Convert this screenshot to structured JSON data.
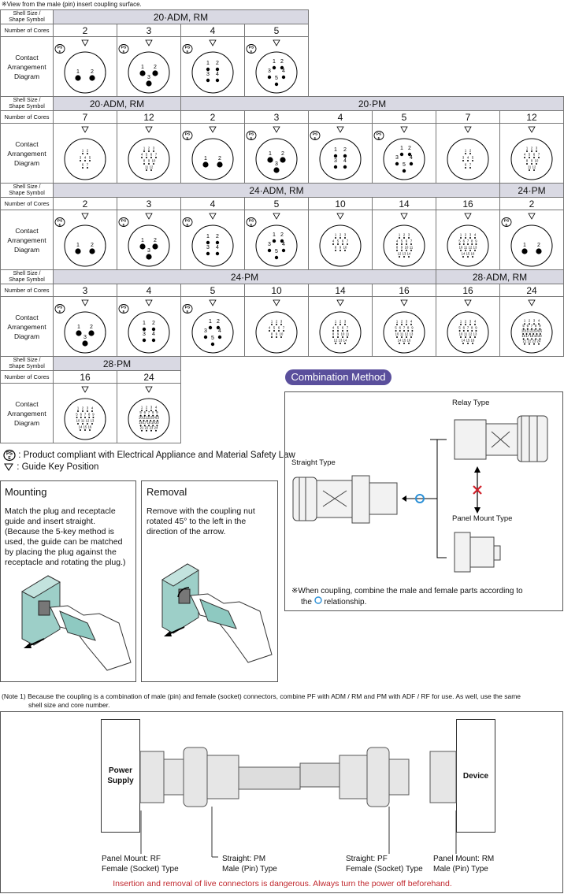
{
  "top_note": "※View from the male (pin) insert coupling surface.",
  "labels": {
    "shell": "Shell Size /",
    "shape": "Shape Symbol",
    "cores": "Number of Cores",
    "contact": "Contact",
    "arrangement": "Arrangement",
    "diagram": "Diagram"
  },
  "table1": {
    "header": "20·ADM, RM",
    "cores": [
      "2",
      "3",
      "4",
      "5"
    ]
  },
  "table2": {
    "header_a": "20·ADM, RM",
    "header_b": "20·PM",
    "cores": [
      "7",
      "12",
      "2",
      "3",
      "4",
      "5",
      "7",
      "12"
    ]
  },
  "table3": {
    "header_a": "24·ADM, RM",
    "header_b": "24·PM",
    "cores": [
      "2",
      "3",
      "4",
      "5",
      "10",
      "14",
      "16",
      "2"
    ]
  },
  "table4": {
    "header_a": "24·PM",
    "header_b": "28·ADM, RM",
    "cores": [
      "3",
      "4",
      "5",
      "10",
      "14",
      "16",
      "16",
      "24"
    ]
  },
  "table5": {
    "header": "28·PM",
    "cores": [
      "16",
      "24"
    ]
  },
  "pse_mark": "PS E",
  "legend": {
    "pse": "Product compliant with Electrical Appliance and Material Safety Law",
    "guide": "Guide Key Position",
    "pse_prefix": ":",
    "guide_prefix": ":"
  },
  "mounting": {
    "title": "Mounting",
    "text": [
      "Match the plug and receptacle",
      "guide and insert straight.",
      "(Because the 5-key method is",
      "used, the guide can be matched",
      "by placing the plug against the",
      "receptacle and rotating the plug.)"
    ]
  },
  "removal": {
    "title": "Removal",
    "text": [
      "Remove with the coupling nut",
      "rotated 45° to the left in the",
      "direction of the arrow."
    ]
  },
  "combination": {
    "title": "Combination Method",
    "relay": "Relay Type",
    "straight": "Straight Type",
    "panel": "Panel Mount Type",
    "note1": "※When coupling, combine the male and female parts according to",
    "note2": "the",
    "note3": "relationship."
  },
  "note1": {
    "line1": "(Note 1) Because the coupling is a combination of male (pin) and female (socket) connectors, combine PF with ADM / RM and PM with ADF / RF for use. As well, use the same",
    "line2": "shell size and core number."
  },
  "bottom": {
    "power": "Power",
    "supply": "Supply",
    "device": "Device",
    "l1a": "Panel Mount: RF",
    "l1b": "Female (Socket) Type",
    "l2a": "Straight: PM",
    "l2b": "Male (Pin) Type",
    "l3a": "Straight: PF",
    "l3b": "Female (Socket) Type",
    "l4a": "Panel Mount: RM",
    "l4b": "Male (Pin) Type",
    "warning": "Insertion and removal of live connectors is dangerous. Always turn the power off beforehand."
  },
  "colors": {
    "header_bg": "#d9d9e3",
    "accent": "#5a4f9c",
    "blue_circle": "#2a8fd6",
    "red_x": "#d0202a",
    "warning": "#c0272d"
  }
}
